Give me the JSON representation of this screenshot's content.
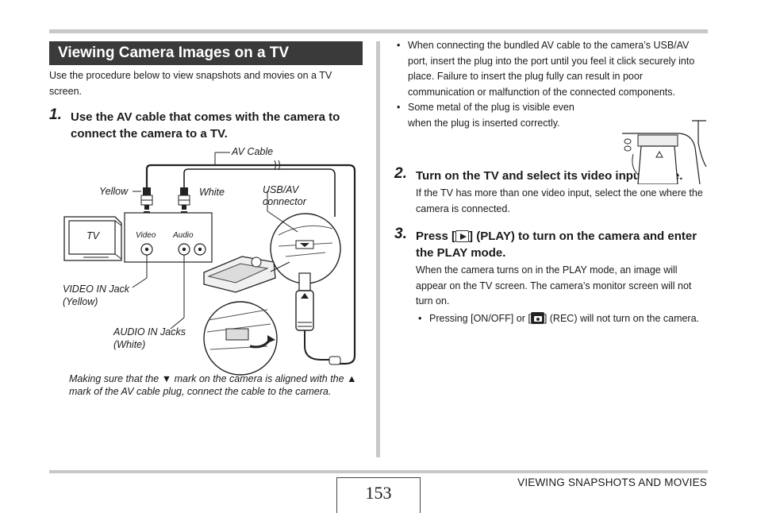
{
  "section_title": "Viewing Camera Images on a TV",
  "intro": "Use the procedure below to view snapshots and movies on a TV screen.",
  "step1": {
    "num": "1.",
    "title": "Use the AV cable that comes with the camera to connect the camera to a TV."
  },
  "figure": {
    "av_cable": "AV Cable",
    "yellow": "Yellow",
    "white": "White",
    "usb_av_line1": "USB/AV",
    "usb_av_line2": "connector",
    "tv": "TV",
    "video": "Video",
    "audio": "Audio",
    "video_in_line1": "VIDEO IN Jack",
    "video_in_line2": "(Yellow)",
    "audio_in_line1": "AUDIO IN Jacks",
    "audio_in_line2": "(White)"
  },
  "caption": {
    "part1": "Making sure that the ",
    "down_mark": "▼",
    "part2": " mark on the camera is aligned with the ",
    "up_mark": "▲",
    "part3": " mark of the AV cable plug, connect the cable to the camera."
  },
  "right_bullets": [
    "When connecting the bundled AV cable to the camera’s USB/AV port, insert the plug into the port until you feel it click securely into place. Failure to insert the plug fully can result in poor communication or malfunction of the connected components.",
    "Some metal of the plug is visible even when the plug is inserted correctly."
  ],
  "step2": {
    "num": "2.",
    "title": "Turn on the TV and select its video input mode.",
    "body": "If the TV has more than one video input, select the one where the camera is connected."
  },
  "step3": {
    "num": "3.",
    "title_pre": "Press [",
    "title_post": "] (PLAY) to turn on the camera and enter the PLAY mode.",
    "play_icon": "play-icon",
    "body": "When the camera turns on in the PLAY mode, an image will appear on the TV screen. The camera’s monitor screen will not turn on.",
    "bullet_pre": "Pressing [ON/OFF] or [",
    "bullet_post": "] (REC) will not turn on the camera.",
    "camera_icon": "camera-icon"
  },
  "footer": {
    "page_number": "153",
    "chapter": "VIEWING SNAPSHOTS AND MOVIES"
  }
}
